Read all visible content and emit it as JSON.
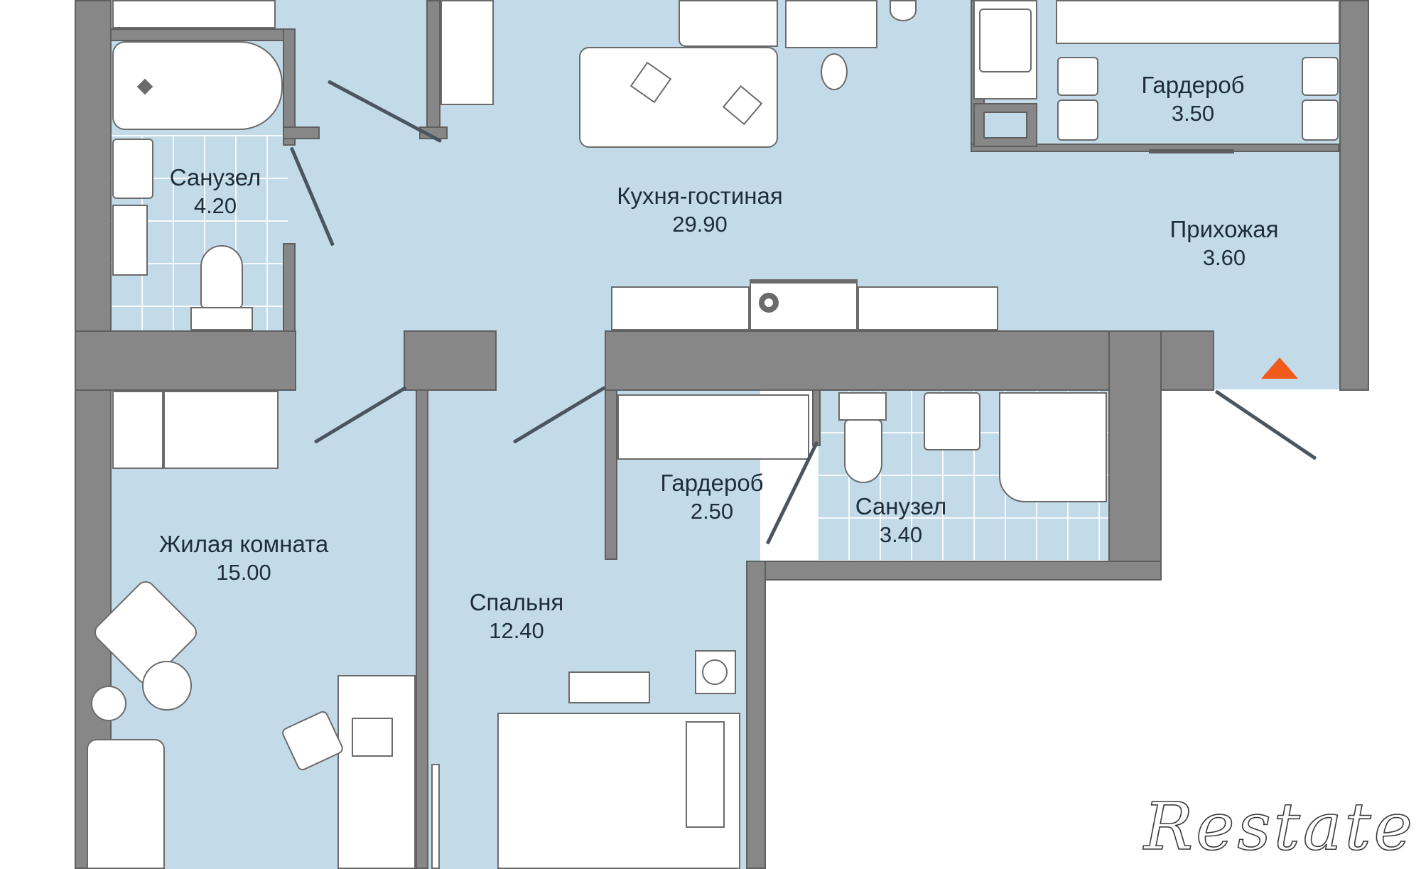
{
  "plan": {
    "colors": {
      "floor": "#c3dbe9",
      "wall": "#878787",
      "furniture": "#ffffff",
      "label": "#1f2d3a",
      "entry_marker": "#f05a1a"
    },
    "rooms": [
      {
        "id": "bathroom-1",
        "name": "Санузел",
        "area": "4.20"
      },
      {
        "id": "kitchen-living",
        "name": "Кухня-гостиная",
        "area": "29.90"
      },
      {
        "id": "wardrobe-1",
        "name": "Гардероб",
        "area": "3.50"
      },
      {
        "id": "hallway",
        "name": "Прихожая",
        "area": "3.60"
      },
      {
        "id": "living-room",
        "name": "Жилая комната",
        "area": "15.00"
      },
      {
        "id": "wardrobe-2",
        "name": "Гардероб",
        "area": "2.50"
      },
      {
        "id": "bathroom-2",
        "name": "Санузел",
        "area": "3.40"
      },
      {
        "id": "bedroom",
        "name": "Спальня",
        "area": "12.40"
      }
    ],
    "entry_marker": "entrance-triangle-icon"
  },
  "watermark": {
    "text": "Restate"
  }
}
